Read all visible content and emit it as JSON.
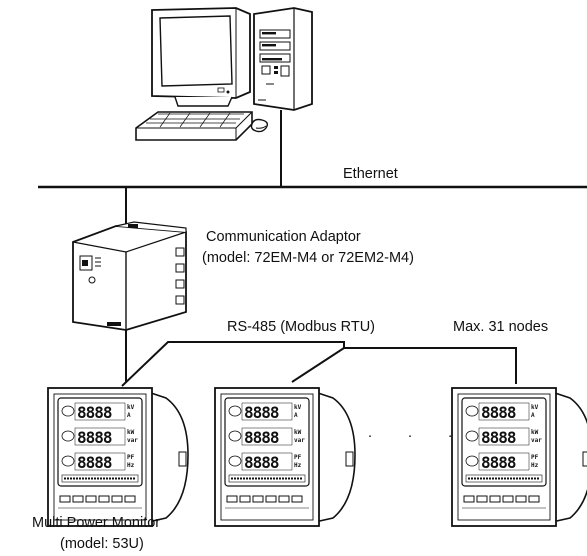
{
  "network": {
    "ethernet_label": "Ethernet",
    "rs485_label": "RS-485 (Modbus RTU)",
    "max_nodes_label": "Max. 31 nodes"
  },
  "adaptor": {
    "name": "Communication Adaptor",
    "model": "(model: 72EM-M4 or 72EM2-M4)"
  },
  "monitor": {
    "name": "Multi Power Monitor",
    "model": "(model: 53U)",
    "display_digits": "8888"
  },
  "ellipsis": ". . ."
}
